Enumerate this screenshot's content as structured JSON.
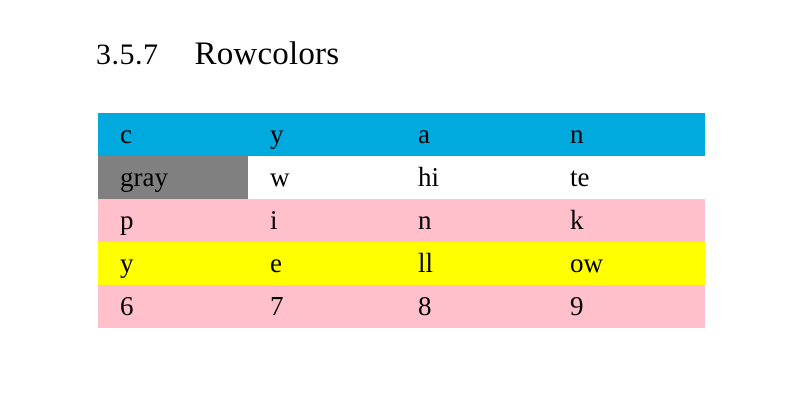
{
  "heading": {
    "number": "3.5.7",
    "title": "Rowcolors"
  },
  "colors": {
    "cyan": "#00AADF",
    "white": "#FFFFFF",
    "pink": "#FFC0CB",
    "yellow": "#FFFF00",
    "gray": "#808080",
    "text": "#000000",
    "page_background": "#FFFFFF"
  },
  "table": {
    "rows": [
      {
        "row_color_name": "cyan",
        "cells": [
          {
            "text": "c",
            "cell_color_name": null
          },
          {
            "text": "y",
            "cell_color_name": null
          },
          {
            "text": "a",
            "cell_color_name": null
          },
          {
            "text": "n",
            "cell_color_name": null
          }
        ]
      },
      {
        "row_color_name": "white",
        "cells": [
          {
            "text": "gray",
            "cell_color_name": "gray"
          },
          {
            "text": "w",
            "cell_color_name": null
          },
          {
            "text": "hi",
            "cell_color_name": null
          },
          {
            "text": "te",
            "cell_color_name": null
          }
        ]
      },
      {
        "row_color_name": "pink",
        "cells": [
          {
            "text": "p",
            "cell_color_name": null
          },
          {
            "text": "i",
            "cell_color_name": null
          },
          {
            "text": "n",
            "cell_color_name": null
          },
          {
            "text": "k",
            "cell_color_name": null
          }
        ]
      },
      {
        "row_color_name": "yellow",
        "cells": [
          {
            "text": "y",
            "cell_color_name": null
          },
          {
            "text": "e",
            "cell_color_name": null
          },
          {
            "text": "ll",
            "cell_color_name": null
          },
          {
            "text": "ow",
            "cell_color_name": null
          }
        ]
      },
      {
        "row_color_name": "pink",
        "cells": [
          {
            "text": "6",
            "cell_color_name": null
          },
          {
            "text": "7",
            "cell_color_name": null
          },
          {
            "text": "8",
            "cell_color_name": null
          },
          {
            "text": "9",
            "cell_color_name": null
          }
        ]
      }
    ]
  }
}
